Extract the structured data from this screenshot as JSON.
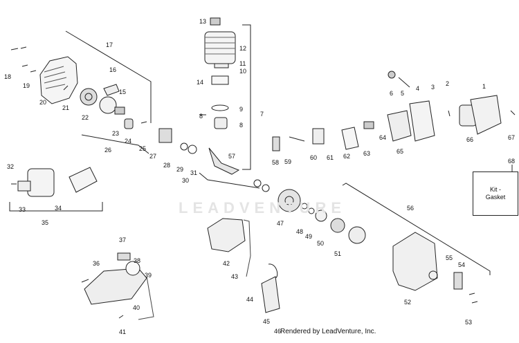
{
  "watermark_text": "LEADVENTURE",
  "footer_text": "Rendered by LeadVenture, Inc.",
  "kit_box": {
    "line1": "Kit -",
    "line2": "Gasket"
  },
  "callouts": [
    "1",
    "2",
    "3",
    "4",
    "5",
    "6",
    "7",
    "8",
    "8",
    "9",
    "10",
    "11",
    "12",
    "13",
    "14",
    "15",
    "16",
    "17",
    "18",
    "19",
    "20",
    "21",
    "22",
    "23",
    "24",
    "25",
    "26",
    "27",
    "28",
    "29",
    "30",
    "31",
    "32",
    "33",
    "34",
    "35",
    "36",
    "37",
    "38",
    "39",
    "40",
    "41",
    "42",
    "43",
    "44",
    "45",
    "46",
    "47",
    "48",
    "49",
    "50",
    "51",
    "52",
    "53",
    "54",
    "55",
    "56",
    "57",
    "58",
    "59",
    "60",
    "61",
    "62",
    "63",
    "64",
    "65",
    "66",
    "67",
    "68"
  ]
}
